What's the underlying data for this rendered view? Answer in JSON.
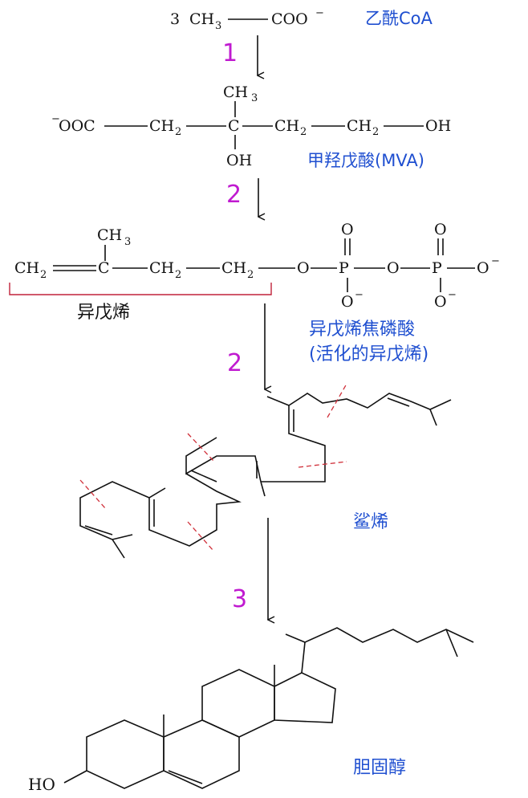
{
  "step1": {
    "substrate_coef": "3",
    "substrate_left": "CH",
    "substrate_sub": "3",
    "substrate_right": "COO",
    "substrate_charge": "−",
    "name": "乙酰CoA",
    "step_number": "1"
  },
  "mva": {
    "methyl": "CH",
    "methyl_sub": "3",
    "charge": "−",
    "carboxylate": "OOC",
    "ch2": "CH",
    "ch2_sub": "2",
    "carbon": "C",
    "hydroxyl_bottom": "OH",
    "hydroxyl_end": "OH",
    "name": "甲羟戊酸(MVA)",
    "step_number": "2"
  },
  "ipp": {
    "methyl": "CH",
    "methyl_sub": "3",
    "ch2": "CH",
    "ch2_sub": "2",
    "carbon": "C",
    "oxygen": "O",
    "phosphorus": "P",
    "minus": "−",
    "isoprene_label": "异戊烯",
    "name_line1": "异戊烯焦磷酸",
    "name_line2": "(活化的异戊烯)",
    "step_number": "2"
  },
  "squalene": {
    "name": "鲨烯",
    "step_number": "3"
  },
  "cholesterol": {
    "hydroxyl": "HO",
    "name": "胆固醇"
  },
  "colors": {
    "label_blue": "#1f4fd0",
    "step_magenta": "#c01ad0",
    "cut_red": "#d0303a"
  }
}
